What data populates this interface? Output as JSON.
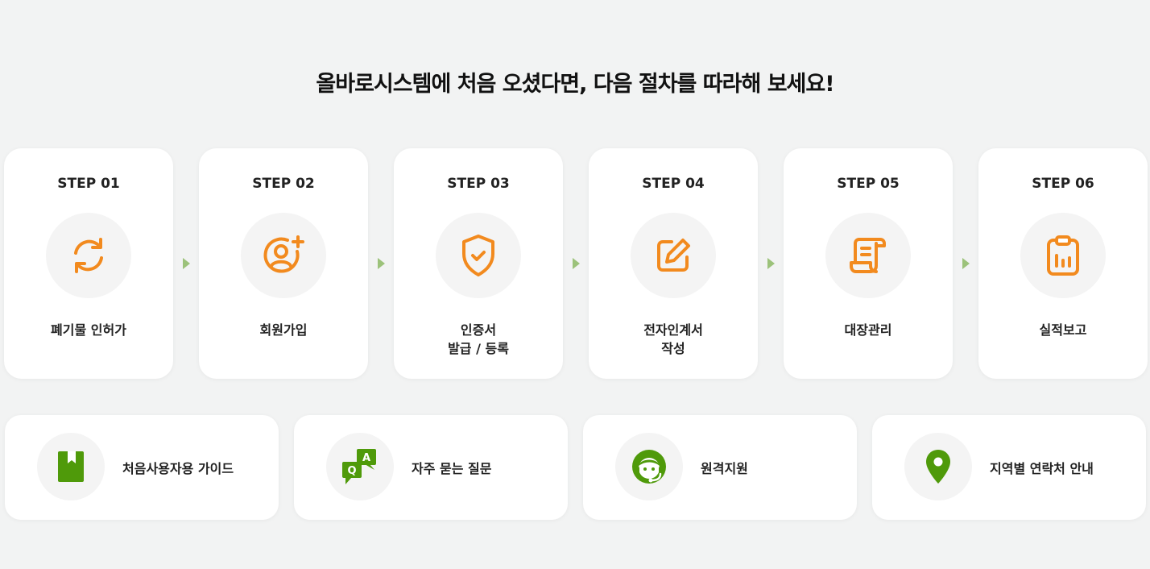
{
  "headline": "올바로시스템에 처음 오셨다면, 다음 절차를 따라해 보세요!",
  "colors": {
    "background": "#f2f3f3",
    "card": "#ffffff",
    "step_icon": "#f28a1e",
    "link_icon": "#4f9a0a",
    "arrow": "#9cc27a"
  },
  "steps": [
    {
      "label": "STEP 01",
      "name": "폐기물 인허가",
      "icon": "refresh-icon"
    },
    {
      "label": "STEP 02",
      "name": "회원가입",
      "icon": "add-user-icon"
    },
    {
      "label": "STEP 03",
      "name": "인증서\n발급 / 등록",
      "icon": "shield-check-icon"
    },
    {
      "label": "STEP 04",
      "name": "전자인계서\n작성",
      "icon": "edit-icon"
    },
    {
      "label": "STEP 05",
      "name": "대장관리",
      "icon": "ledger-icon"
    },
    {
      "label": "STEP 06",
      "name": "실적보고",
      "icon": "clipboard-chart-icon"
    }
  ],
  "links": [
    {
      "label": "처음사용자용 가이드",
      "icon": "bookmark-book-icon"
    },
    {
      "label": "자주 묻는 질문",
      "icon": "qa-chat-icon"
    },
    {
      "label": "원격지원",
      "icon": "headset-agent-icon"
    },
    {
      "label": "지역별 연락처 안내",
      "icon": "map-pin-icon"
    }
  ]
}
